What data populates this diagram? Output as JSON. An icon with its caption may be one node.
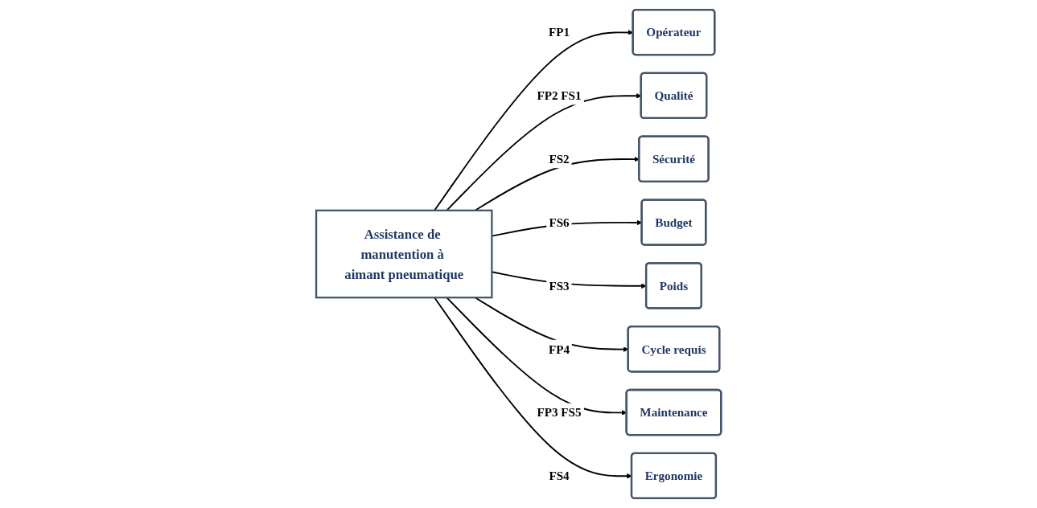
{
  "diagram": {
    "nodes": [
      {
        "text": [
          "Opérateur"
        ]
      },
      {
        "text": [
          "Qualité"
        ]
      },
      {
        "text": [
          "Sécurité"
        ]
      },
      {
        "text": [
          "Budget"
        ]
      },
      {
        "text": [
          "Assistance de manutention à aimant pneumatique"
        ]
      },
      {
        "text": [
          "Poids"
        ]
      },
      {
        "text": [
          "Cycle requis"
        ]
      },
      {
        "text": [
          "Maintenance"
        ]
      },
      {
        "text": [
          "Ergonomie"
        ]
      }
    ],
    "edges": [
      {
        "from": 4,
        "to": 0,
        "arrow": "to",
        "label": "FP1"
      },
      {
        "from": 4,
        "to": 1,
        "arrow": "to",
        "label": "FP2 FS1"
      },
      {
        "from": 4,
        "to": 2,
        "arrow": "to",
        "label": "FS2"
      },
      {
        "from": 4,
        "to": 3,
        "arrow": "to",
        "label": "FS6"
      },
      {
        "from": 4,
        "to": 5,
        "arrow": "to",
        "label": "FS3"
      },
      {
        "from": 4,
        "to": 6,
        "arrow": "to",
        "label": "FP4"
      },
      {
        "from": 4,
        "to": 7,
        "arrow": "to",
        "label": "FP3 FS5"
      },
      {
        "from": 4,
        "to": 8,
        "arrow": "to",
        "label": "FS4"
      }
    ]
  }
}
